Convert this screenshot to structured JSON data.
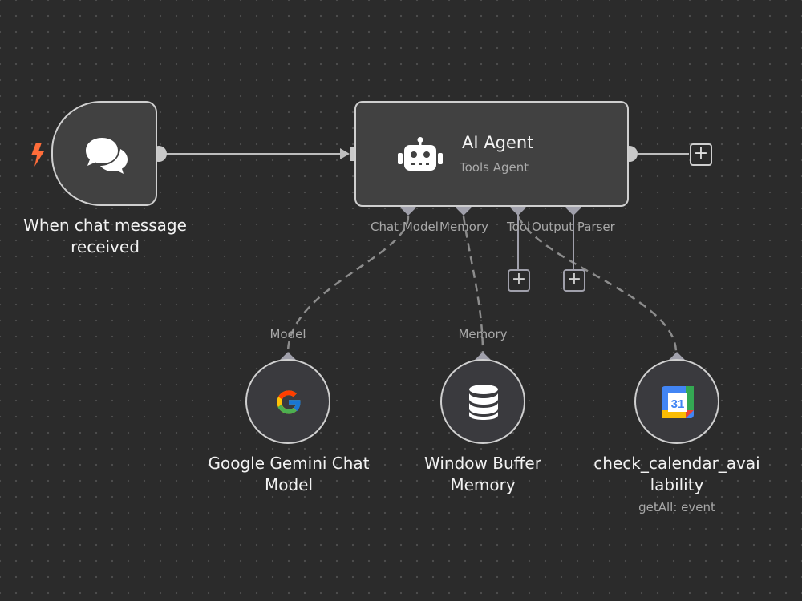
{
  "trigger": {
    "title": "When chat message received",
    "icon": "chat-bubbles-icon",
    "badge_icon": "lightning-bolt-icon",
    "badge_color": "#ff6d3a"
  },
  "agent": {
    "title": "AI Agent",
    "subtitle": "Tools Agent",
    "icon": "robot-icon"
  },
  "handles": {
    "chat_model": "Chat Model",
    "memory": "Memory",
    "tool": "Tool",
    "output_parser": "Output Parser"
  },
  "sub_nodes": {
    "gemini": {
      "title_line1": "Google Gemini Chat",
      "title_line2": "Model",
      "handle_label": "Model",
      "icon": "google-g-icon"
    },
    "memory": {
      "title_line1": "Window Buffer",
      "title_line2": "Memory",
      "handle_label": "Memory",
      "icon": "database-icon"
    },
    "calendar": {
      "title_line1": "check_calendar_avai",
      "title_line2": "lability",
      "subtitle": "getAll: event",
      "icon": "google-calendar-icon",
      "calendar_day": "31"
    }
  },
  "add_button_label": "+",
  "colors": {
    "node_border": "#cfcfcf",
    "node_fill": "#414141",
    "connection": "#bdbdbd",
    "dashed": "#8c8c8c",
    "handle": "#a0a0ab"
  }
}
